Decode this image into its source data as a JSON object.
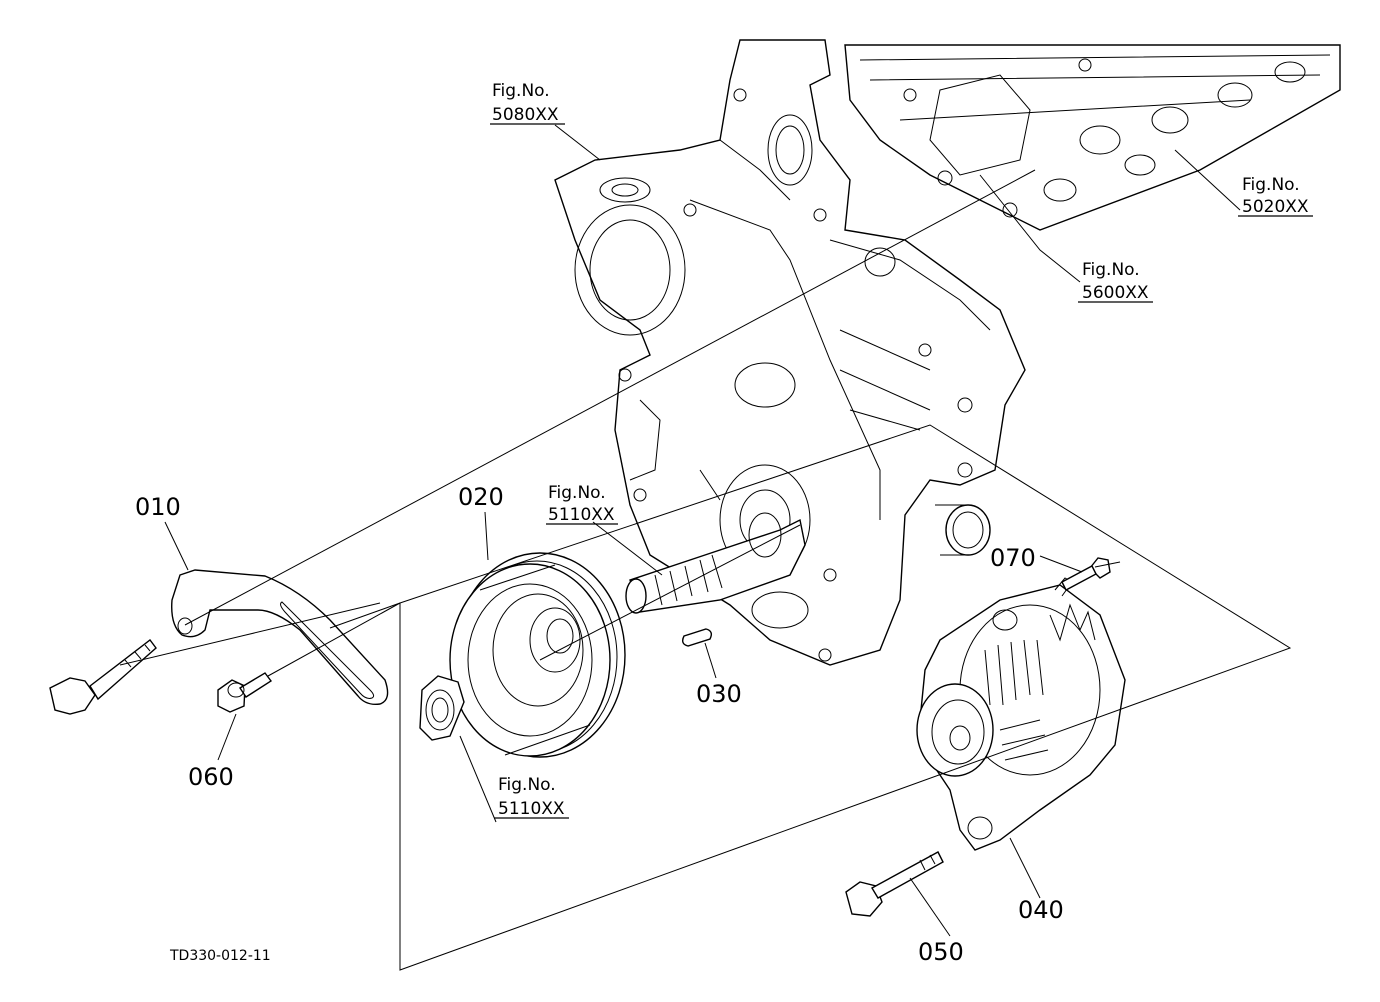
{
  "diagram": {
    "part_labels": {
      "p010": "010",
      "p020": "020",
      "p030": "030",
      "p040": "040",
      "p050": "050",
      "p060": "060",
      "p070": "070"
    },
    "fig_refs": {
      "f5080": {
        "line1": "Fig.No.",
        "line2": "5080XX"
      },
      "f5020": {
        "line1": "Fig.No.",
        "line2": "5020XX"
      },
      "f5600": {
        "line1": "Fig.No.",
        "line2": "5600XX"
      },
      "f5110a": {
        "line1": "Fig.No.",
        "line2": "5110XX"
      },
      "f5110b": {
        "line1": "Fig.No.",
        "line2": "5110XX"
      }
    },
    "drawing_code": "TD330-012-11"
  }
}
